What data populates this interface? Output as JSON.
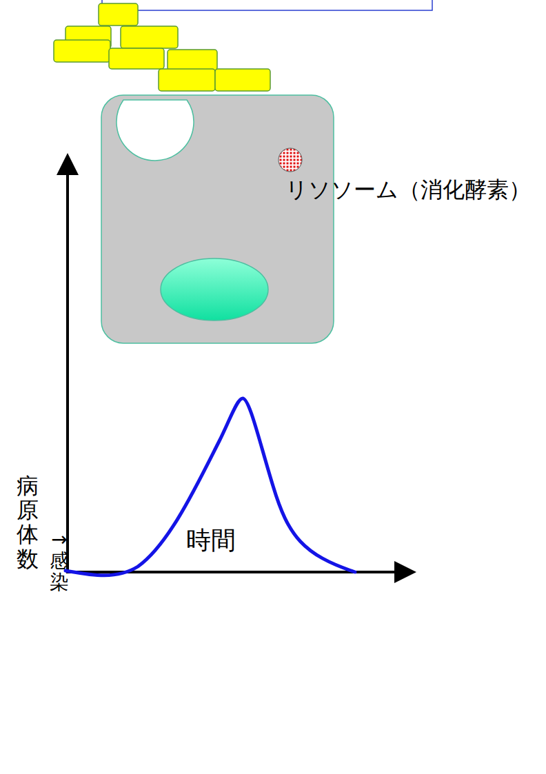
{
  "diagram": {
    "labels": [
      "リソソーム（消化酵素）",
      "病原体数",
      "時間",
      "→感染"
    ]
  }
}
